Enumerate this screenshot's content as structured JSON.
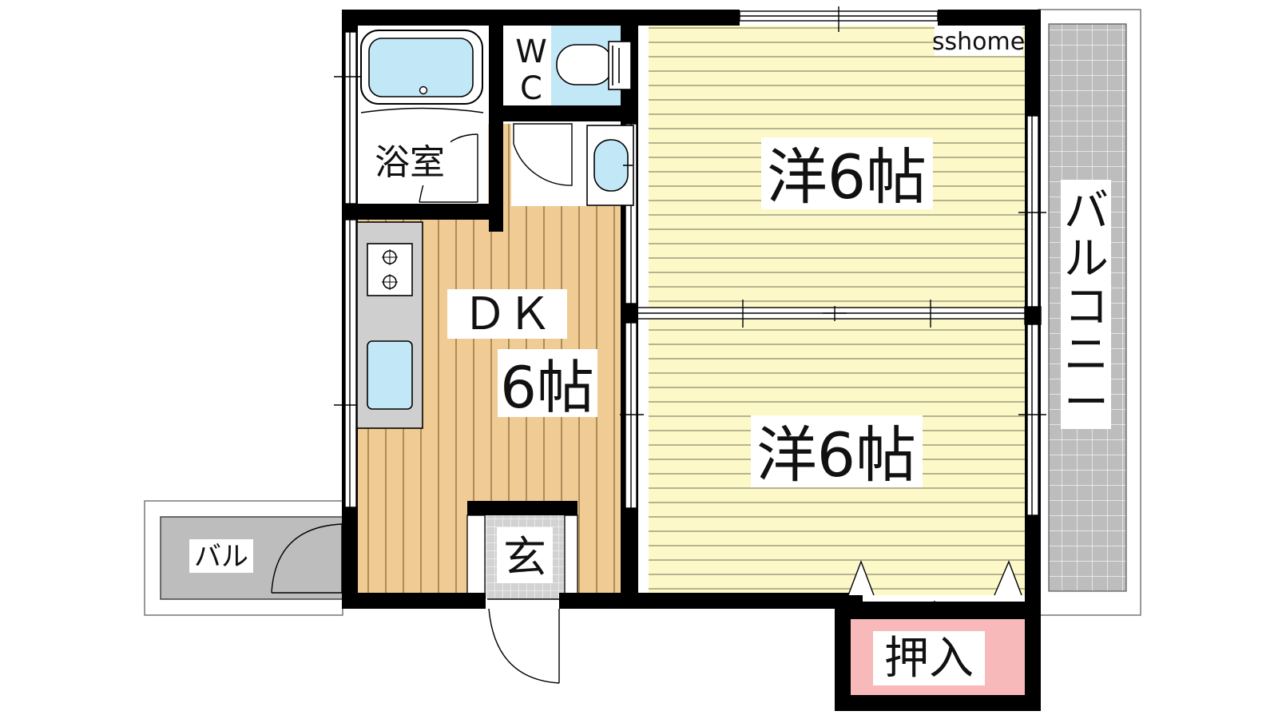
{
  "watermark": "sshome",
  "rooms": {
    "bath": "浴室",
    "wc_line1": "W",
    "wc_line2": "C",
    "dk_line1": "ＤＫ",
    "dk_line2": "6帖",
    "western_top": "洋6帖",
    "western_bottom": "洋6帖",
    "entrance": "玄",
    "closet": "押入",
    "balcony_small": "バル",
    "balcony_large_chars": [
      "バ",
      "ル",
      "コ",
      "ニ",
      "ー"
    ]
  },
  "colors": {
    "wall": "#000000",
    "wood_floor": "#f0cc94",
    "tatami_floor": "#fcf8c8",
    "water": "#c2e7f6",
    "balcony": "#bdbdbd",
    "closet": "#f7b9b9",
    "entrance_tile": "#cfcfcf"
  }
}
